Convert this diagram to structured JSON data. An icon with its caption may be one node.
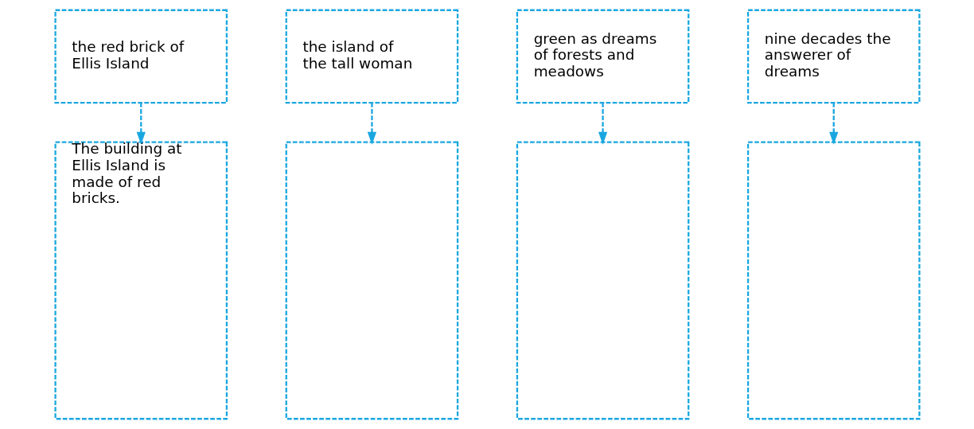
{
  "diagram": {
    "nodes": [
      {
        "text": [
          "the red brick of Ellis Island"
        ]
      },
      {
        "text": [
          "the island of the tall woman"
        ]
      },
      {
        "text": [
          "green as dreams of forests and meadows"
        ]
      },
      {
        "text": [
          "nine decades the answerer of dreams"
        ]
      },
      {
        "text": [
          "The building at Ellis Island is made of red bricks."
        ]
      },
      {
        "text": [],
        "shape": "box"
      },
      {
        "text": [],
        "shape": "box"
      },
      {
        "text": [],
        "shape": "box"
      }
    ],
    "edges": [
      {
        "from": 0,
        "to": 4,
        "arrow": "to",
        "style": "dashed"
      },
      {
        "from": 1,
        "to": 5,
        "arrow": "to",
        "style": "dashed"
      },
      {
        "from": 2,
        "to": 6,
        "arrow": "to",
        "style": "dashed"
      },
      {
        "from": 3,
        "to": 7,
        "arrow": "to",
        "style": "dashed"
      }
    ]
  }
}
